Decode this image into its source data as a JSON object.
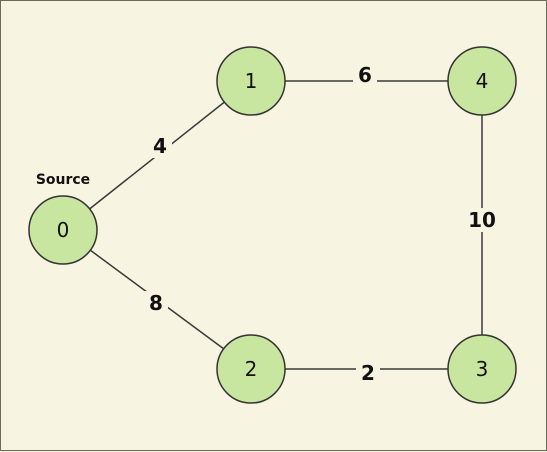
{
  "colors": {
    "background": "#f7f4e2",
    "node_fill": "#c8e6a0",
    "stroke": "#333333"
  },
  "source_label": "Source",
  "nodes": [
    {
      "id": "0",
      "label": "0"
    },
    {
      "id": "1",
      "label": "1"
    },
    {
      "id": "2",
      "label": "2"
    },
    {
      "id": "3",
      "label": "3"
    },
    {
      "id": "4",
      "label": "4"
    }
  ],
  "edges": [
    {
      "from": "0",
      "to": "1",
      "weight": "4"
    },
    {
      "from": "1",
      "to": "4",
      "weight": "6"
    },
    {
      "from": "4",
      "to": "3",
      "weight": "10"
    },
    {
      "from": "0",
      "to": "2",
      "weight": "8"
    },
    {
      "from": "2",
      "to": "3",
      "weight": "2"
    }
  ]
}
